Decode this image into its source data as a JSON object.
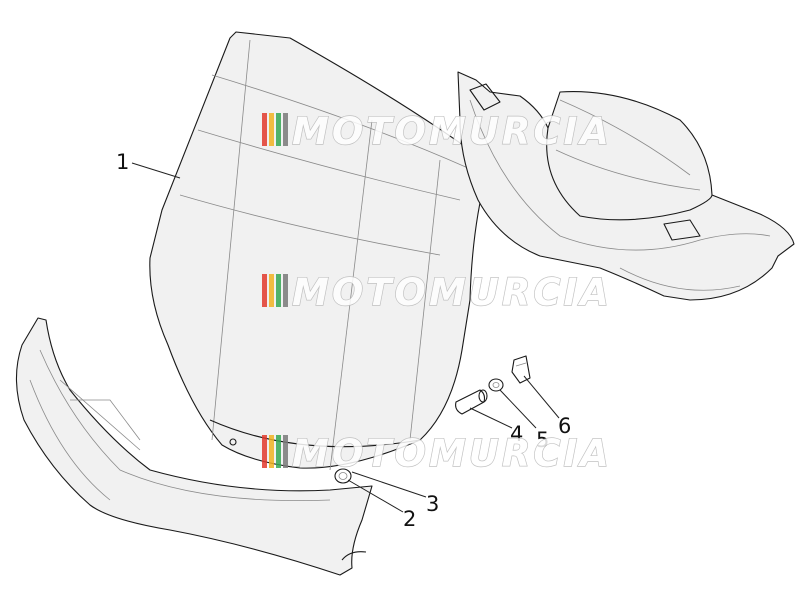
{
  "diagram": {
    "callouts": [
      {
        "label": "1"
      },
      {
        "label": "2"
      },
      {
        "label": "3"
      },
      {
        "label": "4"
      },
      {
        "label": "5"
      },
      {
        "label": "6"
      }
    ]
  },
  "watermark": {
    "text": "MOTOMURCIA",
    "colors": [
      "#e23a2e",
      "#f0b323",
      "#35a853",
      "#7a7a7a"
    ]
  }
}
